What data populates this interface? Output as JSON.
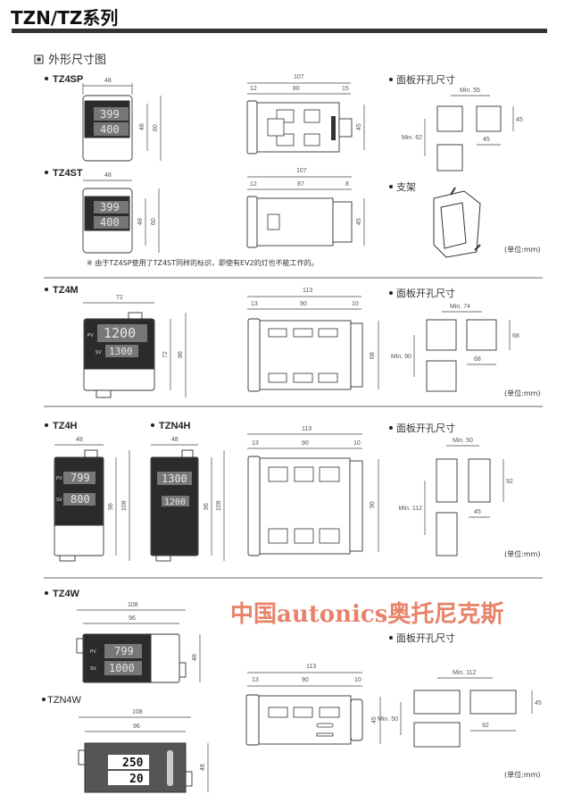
{
  "title": "TZN/TZ系列",
  "section_title": "外形尺寸图",
  "panel_cutout_label": "面板开孔尺寸",
  "bracket_label": "支架",
  "unit_label": "(单位:mm)",
  "note": "※ 由于TZ4SP使用了TZ4ST同样的标识，即使有EV2的灯也不能工作的。",
  "watermark": "中国autonics奥托尼克斯",
  "tz4sp": {
    "label": "TZ4SP",
    "width": "48",
    "inner_h": "48",
    "height": "60",
    "pv": "399",
    "sv": "400",
    "side": {
      "total": "107",
      "a": "12",
      "b": "80",
      "c": "15",
      "h": "45"
    }
  },
  "tz4st": {
    "label": "TZ4ST",
    "width": "48",
    "inner_h": "48",
    "height": "60",
    "pv": "399",
    "sv": "400",
    "side": {
      "total": "107",
      "a": "12",
      "b": "87",
      "c": "8",
      "h": "45"
    }
  },
  "tz4m": {
    "label": "TZ4M",
    "width": "72",
    "inner_h": "72",
    "height": "86",
    "pv": "1200",
    "sv": "1300",
    "pv_tag": "PV",
    "sv_tag": "SV",
    "side": {
      "total": "113",
      "a": "13",
      "b": "90",
      "c": "10",
      "h": "68"
    }
  },
  "tz4h": {
    "label": "TZ4H",
    "width": "48",
    "inner_h": "96",
    "height": "108",
    "pv": "799",
    "sv": "800",
    "pv_tag": "PV",
    "sv_tag": "SV"
  },
  "tzn4h": {
    "label": "TZN4H",
    "width": "48",
    "inner_h": "96",
    "height": "108",
    "pv": "1300",
    "sv": "1200",
    "side": {
      "total": "113",
      "a": "13",
      "b": "90",
      "c": "10",
      "h": "90"
    }
  },
  "tz4w": {
    "label": "TZ4W",
    "outer_w": "108",
    "inner_w": "96",
    "height": "48",
    "pv": "799",
    "sv": "1000",
    "pv_tag": "PV",
    "sv_tag": "SV"
  },
  "tzn4w": {
    "label": "TZN4W",
    "outer_w": "108",
    "inner_w": "96",
    "height": "48",
    "pv": "250",
    "sv": "20",
    "side": {
      "total": "113",
      "a": "13",
      "b": "90",
      "c": "10",
      "h": "45"
    }
  },
  "cutout_s": {
    "min_x": "Min. 55",
    "min_y": "Min. 62",
    "h": "45",
    "w": "45"
  },
  "cutout_m": {
    "min_x": "Min. 74",
    "min_y": "Min. 90",
    "h": "68",
    "w": "68"
  },
  "cutout_h": {
    "min_x": "Min. 50",
    "min_y": "Min. 112",
    "h": "92",
    "w": "45"
  },
  "cutout_w": {
    "min_x": "Min. 112",
    "min_y": "Min. 50",
    "h": "45",
    "w": "92"
  }
}
